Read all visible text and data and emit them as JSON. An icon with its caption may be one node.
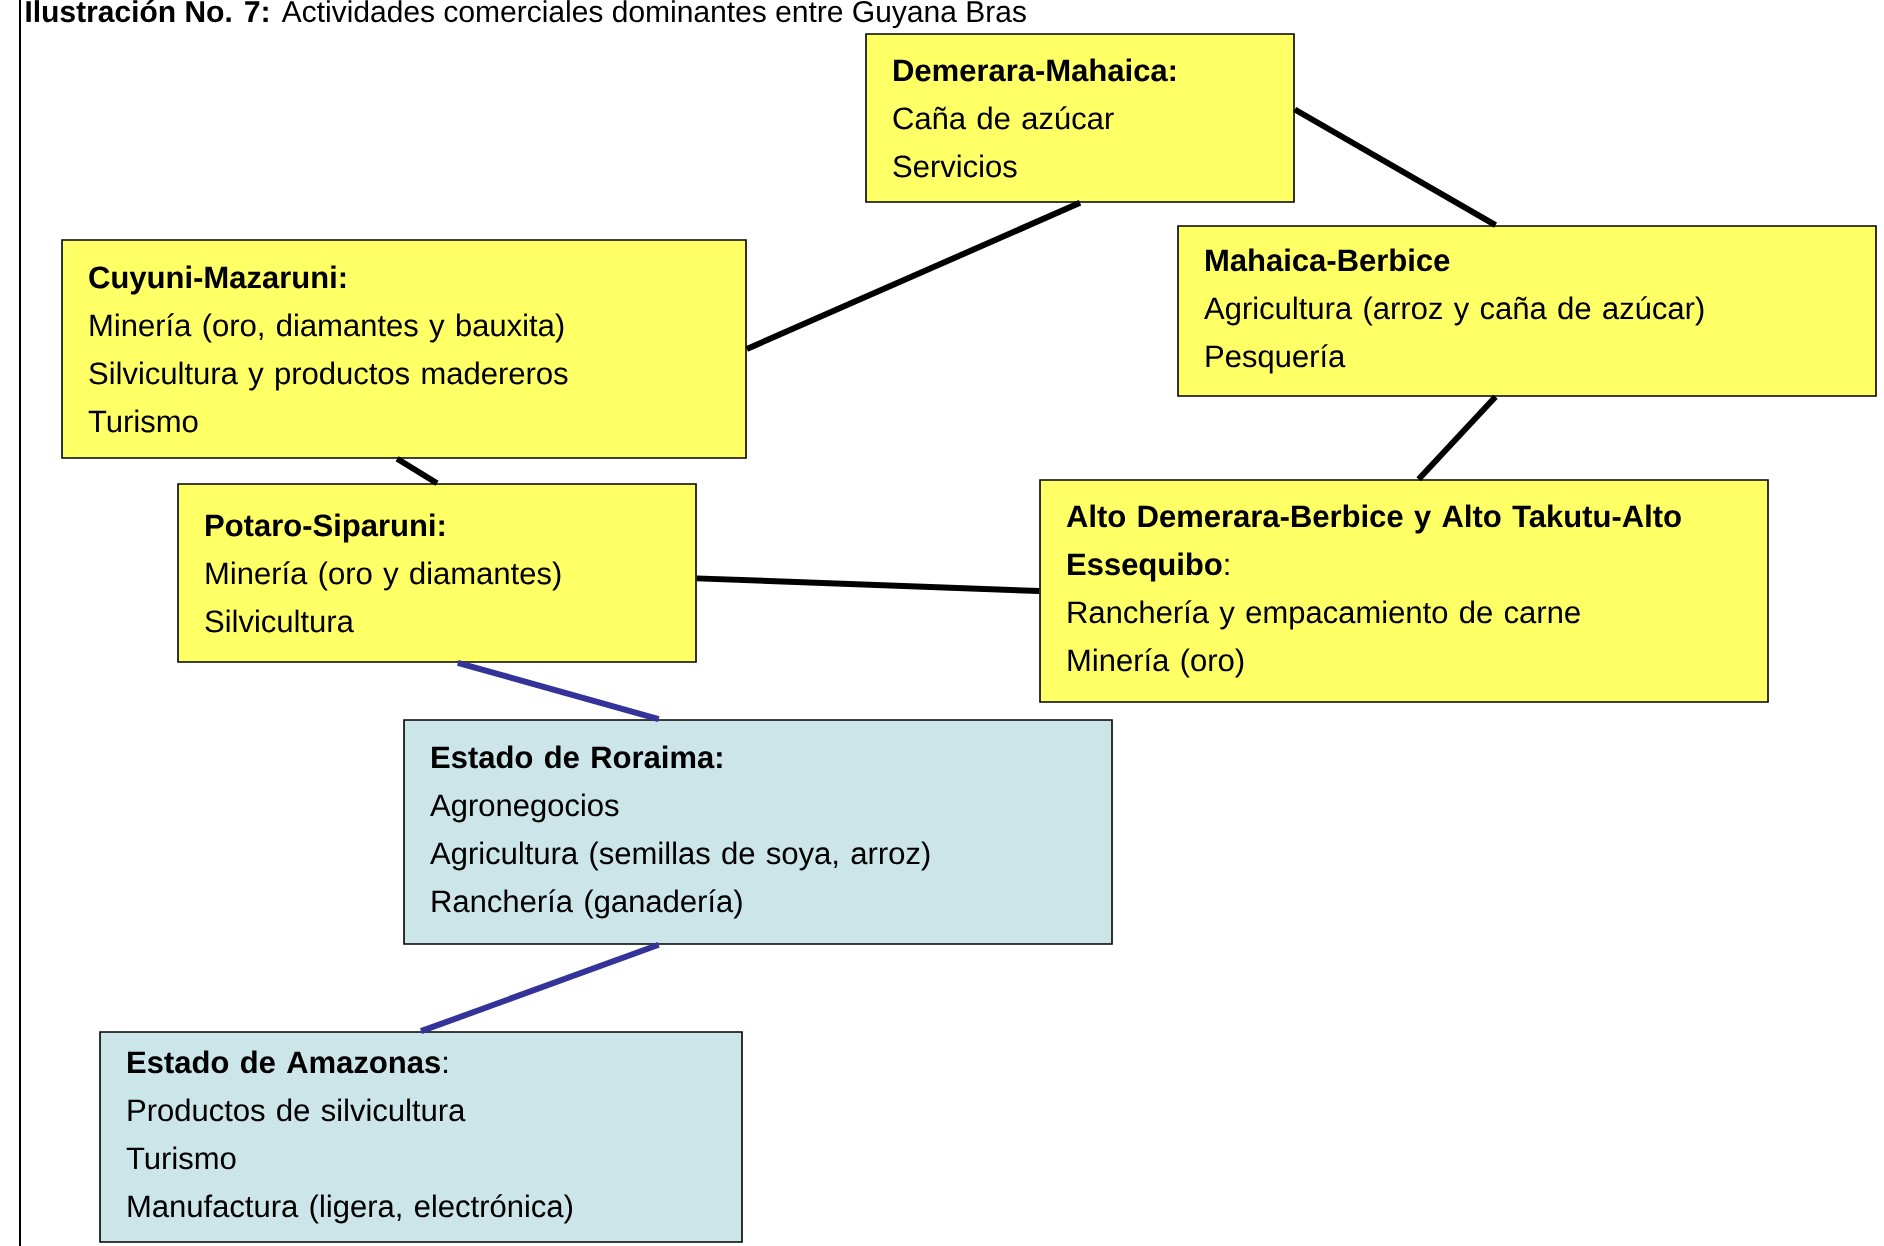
{
  "diagram": {
    "title": "**Ilustración No. 7:** Actividades comerciales dominantes entre Guyana Bras",
    "nodes": [
      {
        "text": [
          "Demerara-Mahaica:",
          "Caña de azúcar",
          "Servicios"
        ]
      },
      {
        "text": [
          "Cuyuni-Mazaruni:",
          "Minería (oro, diamantes y bauxita)",
          "Silvicultura y productos madereros",
          "Turismo"
        ]
      },
      {
        "text": [
          "Mahaica-Berbice",
          "Agricultura (arroz y caña de azúcar)",
          "Pesquería"
        ]
      },
      {
        "text": [
          "Potaro-Siparuni:",
          "Minería (oro y diamantes)",
          "Silvicultura"
        ]
      },
      {
        "text": [
          "**Alto Demerara-Berbice y Alto Takutu-Alto Essequibo**:",
          "Ranchería y empacamiento de carne",
          "Minería (oro)"
        ]
      },
      {
        "text": [
          "Estado de Roraima:",
          "Agronegocios",
          "Agricultura (semillas de soya, arroz)",
          "Ranchería (ganadería)"
        ]
      },
      {
        "text": [
          "**Estado de Amazonas**:",
          "Productos de silvicultura",
          "Turismo",
          "Manufactura (ligera, electrónica)"
        ]
      }
    ],
    "edges": [
      {
        "from": 0,
        "to": 1,
        "arrow": "none"
      },
      {
        "from": 0,
        "to": 2,
        "arrow": "none"
      },
      {
        "from": 1,
        "to": 3,
        "arrow": "none"
      },
      {
        "from": 2,
        "to": 4,
        "arrow": "none"
      },
      {
        "from": 3,
        "to": 4,
        "arrow": "none"
      },
      {
        "from": 3,
        "to": 5,
        "arrow": "none",
        "color": "#333399"
      },
      {
        "from": 5,
        "to": 6,
        "arrow": "none",
        "color": "#333399"
      }
    ]
  }
}
